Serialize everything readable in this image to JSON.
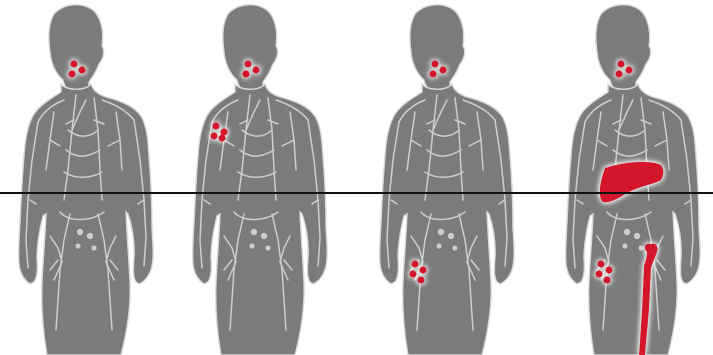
{
  "colors": {
    "body": "#7b7b7b",
    "body_outline": "#d9d9d9",
    "lymph_vessels": "#dcdcdc",
    "affected_marker": "#d3122b",
    "marker_glow": "#ffffff",
    "divider": "#111111",
    "background": "#ffffff"
  },
  "divider": {
    "visible": true,
    "meaning_label": ""
  },
  "figures": [
    {
      "stage_label": "",
      "affected_sites": [
        "neck-lymph-nodes"
      ]
    },
    {
      "stage_label": "",
      "affected_sites": [
        "neck-lymph-nodes",
        "armpit-lymph-nodes"
      ]
    },
    {
      "stage_label": "",
      "affected_sites": [
        "neck-lymph-nodes",
        "groin-lymph-nodes"
      ]
    },
    {
      "stage_label": "",
      "affected_sites": [
        "neck-lymph-nodes",
        "liver",
        "groin-lymph-nodes",
        "bone-femur"
      ]
    }
  ]
}
